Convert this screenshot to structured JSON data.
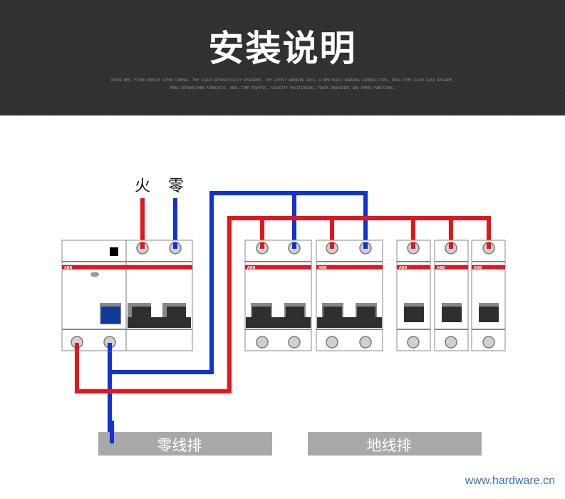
{
  "header": {
    "title": "安装说明",
    "subtitle_line1": "AOTHA BBQ, FIXED MOBILE SPEED CAMERA, THE CLOUD AUTOMATICALLY UPGRADED, THE LATEST WARNING DATA, A NEW EARLY-WARNING CAPABILITIES, REAL-TIME CLOUD DATA UPGRADE,",
    "subtitle_line2": "MORE DAYSWEATHER FORECASTS, REAL-TIME TRAFFIC, SECURITY POSITIONING, TRACK INQUIRIES AND OTHER FUNCTIONS."
  },
  "diagram": {
    "live_label": "火",
    "neutral_label": "零",
    "neutral_bar_label": "零线排",
    "ground_bar_label": "地线排",
    "brand_mark": "ABB",
    "colors": {
      "live": "#e8141b",
      "neutral": "#1033d6",
      "bar": "#a9a9a9",
      "switch": "#2f2f2f",
      "rcd_button": "#103a9a"
    }
  },
  "footer": {
    "website": "www.hardware.cn"
  }
}
